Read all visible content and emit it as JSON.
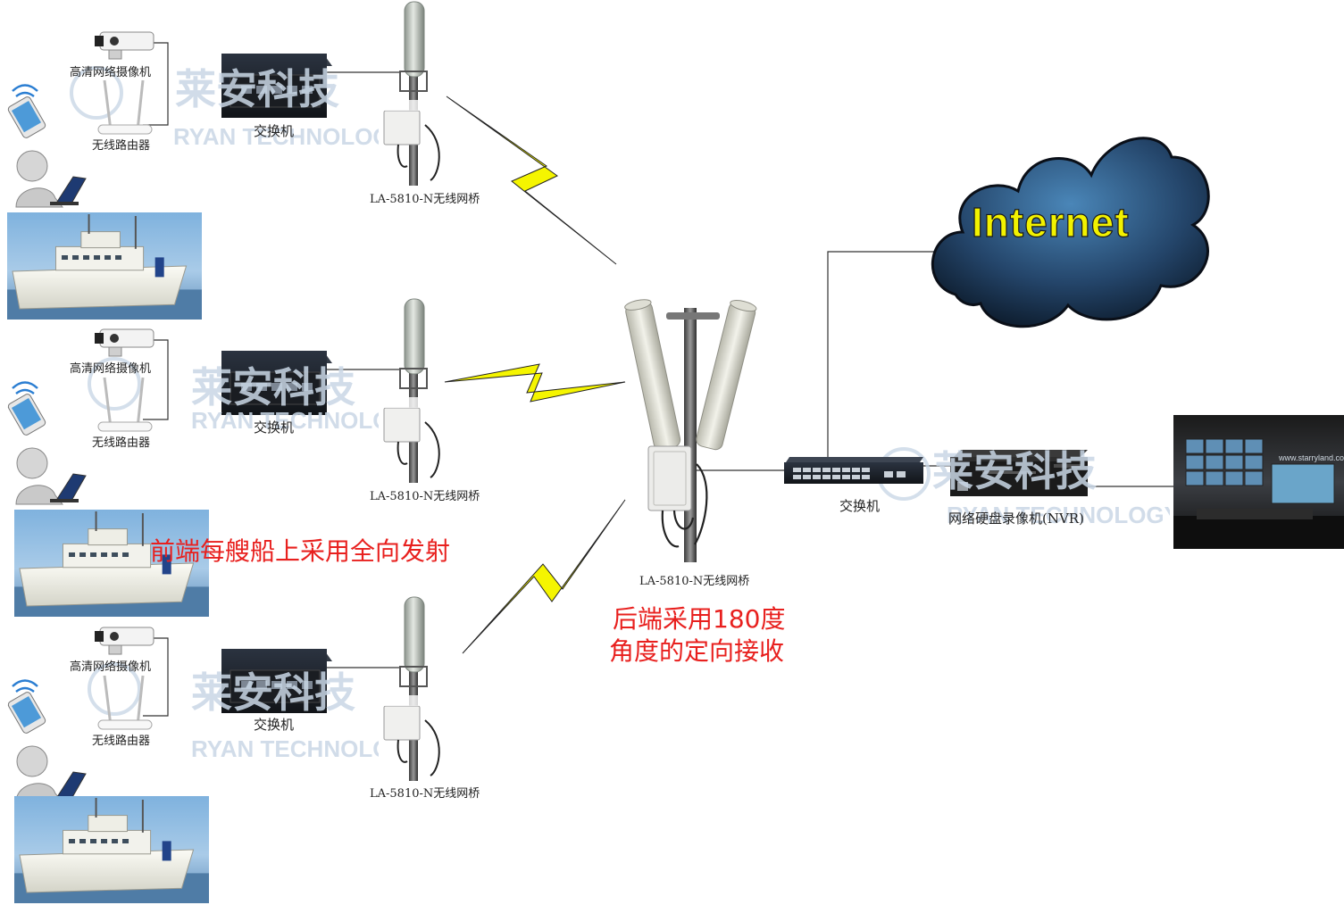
{
  "watermark": {
    "brand_cn": "莱安科技",
    "brand_en": "RYAN TECHNOLOGY",
    "colors": {
      "watermark": "#c9d7e6"
    }
  },
  "front_end_nodes": [
    {
      "camera_label": "高清网络摄像机",
      "router_label": "无线路由器",
      "switch_label": "交换机",
      "bridge_label": "LA-5810-N无线网桥"
    },
    {
      "camera_label": "高清网络摄像机",
      "router_label": "无线路由器",
      "switch_label": "交换机",
      "bridge_label": "LA-5810-N无线网桥"
    },
    {
      "camera_label": "高清网络摄像机",
      "router_label": "无线路由器",
      "switch_label": "交换机",
      "bridge_label": "LA-5810-N无线网桥"
    }
  ],
  "annotations": {
    "front_note": "前端每艘船上采用全向发射",
    "back_note_line1": "后端采用180度",
    "back_note_line2": "角度的定向接收"
  },
  "backend": {
    "bridge_label": "LA-5810-N无线网桥",
    "switch_label": "交换机",
    "nvr_label": "网络硬盘录像机(NVR)",
    "internet_label": "Internet",
    "monitor_url": "www.starryland.com.cn"
  },
  "colors": {
    "note_red": "#e8201e",
    "lightning": "#f5f500",
    "cloud_dark": "#0c1a2a",
    "cloud_light": "#4a86b8",
    "internet_text": "#f2f200"
  }
}
